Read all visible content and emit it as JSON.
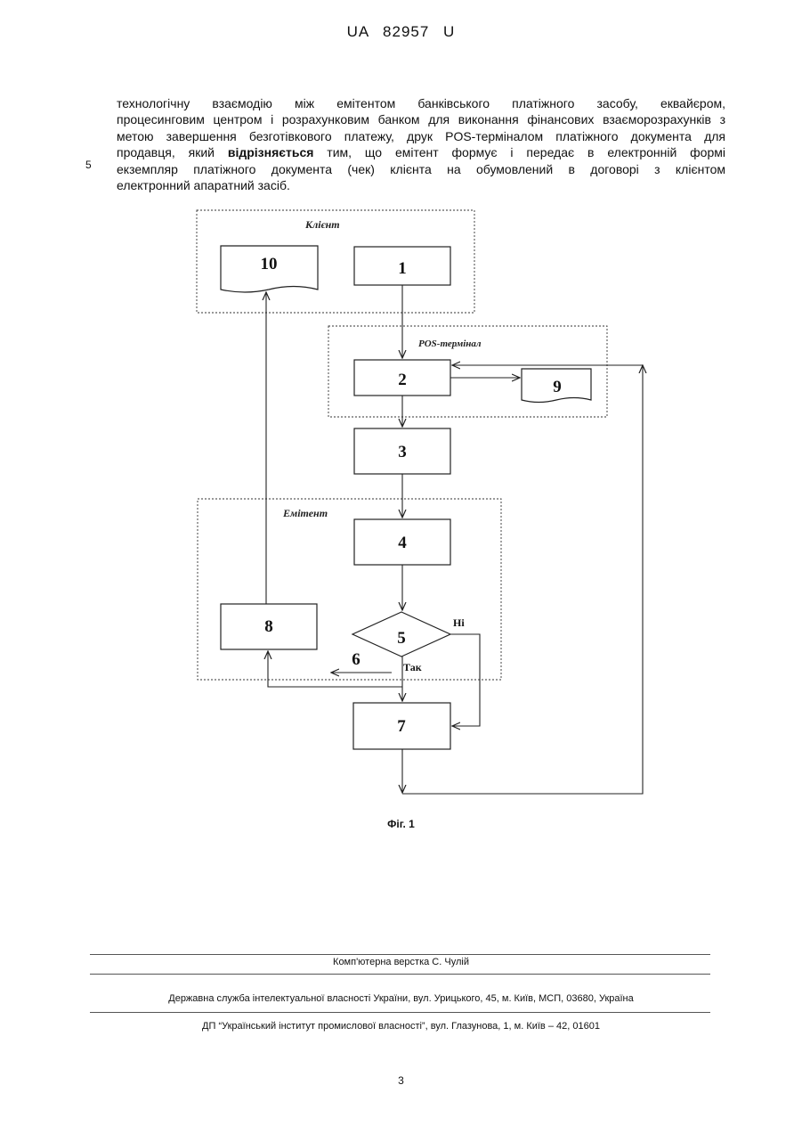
{
  "header": {
    "patent_id": "UA   82957   U"
  },
  "paragraph": {
    "line1": "технологічну взаємодію між емітентом банківського платіжного засобу, еквайєром,",
    "line2": "процесинговим центром і розрахунковим банком для виконання фінансових взаєморозрахунків з",
    "line3": "метою завершення безготівкового платежу, друк POS-терміналом платіжного документа для",
    "line4_a": "продавця, який ",
    "line4_bold": "відрізняється",
    "line4_b": " тим, що емітент формує і передає в електронній формі",
    "line5": "екземпляр платіжного документа (чек) клієнта на обумовлений в договорі з клієнтом",
    "line6": "електронний апаратний засіб.",
    "line_number": "5"
  },
  "diagram": {
    "groups": {
      "client": "Клієнт",
      "pos": "POS-термінал",
      "issuer": "Емітент"
    },
    "blocks": {
      "b1": "1",
      "b2": "2",
      "b3": "3",
      "b4": "4",
      "b5": "5",
      "b7": "7",
      "b8": "8",
      "b9": "9",
      "b10": "10"
    },
    "labels": {
      "no": "Ні",
      "yes": "Так",
      "six": "6"
    }
  },
  "caption": "Фіг. 1",
  "footer": {
    "layout": "Комп'ютерна верстка С. Чулій",
    "service": "Державна служба інтелектуальної власності України, вул. Урицького, 45, м. Київ, МСП, 03680, Україна",
    "institute": "ДП “Український інститут промислової власності”, вул. Глазунова, 1, м. Київ – 42, 01601"
  },
  "page_number": "3"
}
